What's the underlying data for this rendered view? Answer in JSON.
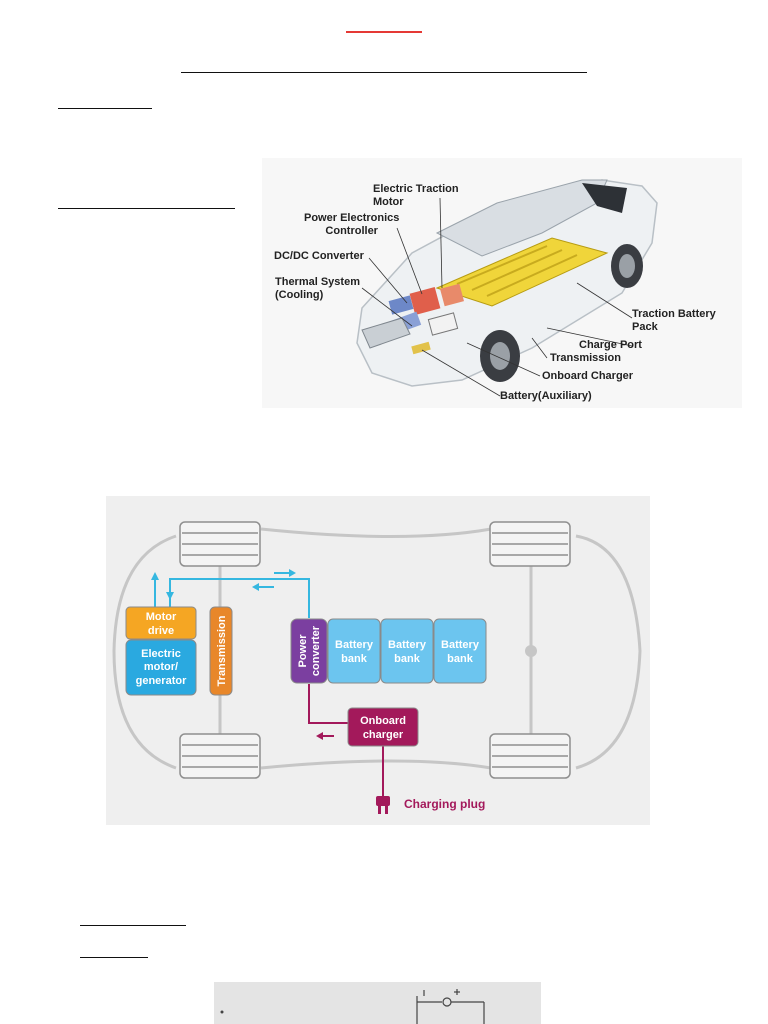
{
  "colors": {
    "title_rule": "#e53935",
    "motor_drive": "#f5a623",
    "transmission": "#e8872a",
    "motor": "#2aa9e0",
    "power_converter": "#7b3fa0",
    "battery": "#6cc5ef",
    "charger": "#a3195b",
    "wire_blue": "#35b7e0",
    "wire_magenta": "#a3195b"
  },
  "car_photo": {
    "labels": {
      "electric_traction_motor": [
        "Electric Traction",
        "Motor"
      ],
      "power_electronics_controller": [
        "Power Electronics",
        "Controller"
      ],
      "dc_dc_converter": "DC/DC Converter",
      "thermal_system": [
        "Thermal System",
        "(Cooling)"
      ],
      "traction_battery_pack": [
        "Traction Battery",
        "Pack"
      ],
      "charge_port": "Charge Port",
      "transmission": "Transmission",
      "onboard_charger": "Onboard Charger",
      "battery_auxiliary": "Battery(Auxiliary)"
    }
  },
  "layout_diagram": {
    "motor_drive": [
      "Motor",
      "drive"
    ],
    "motor_generator": [
      "Electric",
      "motor/",
      "generator"
    ],
    "transmission": "Transmission",
    "power_converter": [
      "Power",
      "converter"
    ],
    "battery_banks": [
      [
        "Battery",
        "bank"
      ],
      [
        "Battery",
        "bank"
      ],
      [
        "Battery",
        "bank"
      ]
    ],
    "onboard_charger": [
      "Onboard",
      "charger"
    ],
    "charging_plug": "Charging plug"
  }
}
